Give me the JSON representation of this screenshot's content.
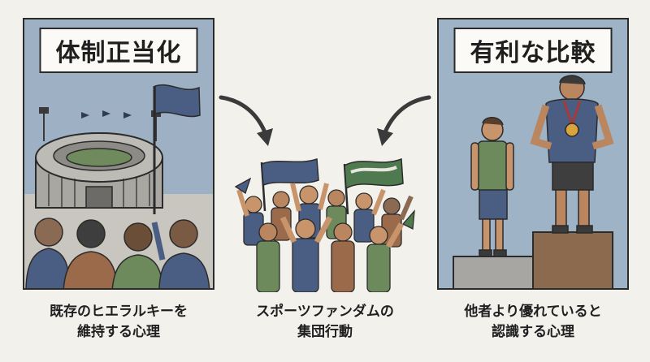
{
  "panels": {
    "left": {
      "title": "体制正当化",
      "caption_line1": "既存のヒエラルキーを",
      "caption_line2": "維持する心理"
    },
    "center": {
      "caption_line1": "スポーツファンダムの",
      "caption_line2": "集団行動"
    },
    "right": {
      "title": "有利な比較",
      "caption_line1": "他者より優れていると",
      "caption_line2": "認識する心理"
    }
  },
  "colors": {
    "background": "#f3f1ec",
    "left_sky": "#9eb0c4",
    "right_sky": "#9fb3c6",
    "flag_navy": "#4a5d82",
    "flag_green": "#4f7a4f",
    "podium": "#8b6a4e"
  },
  "icons": [
    "stadium-icon",
    "flag-icon",
    "crowd-icon",
    "podium-icon",
    "medal-icon",
    "arrow-icon"
  ]
}
